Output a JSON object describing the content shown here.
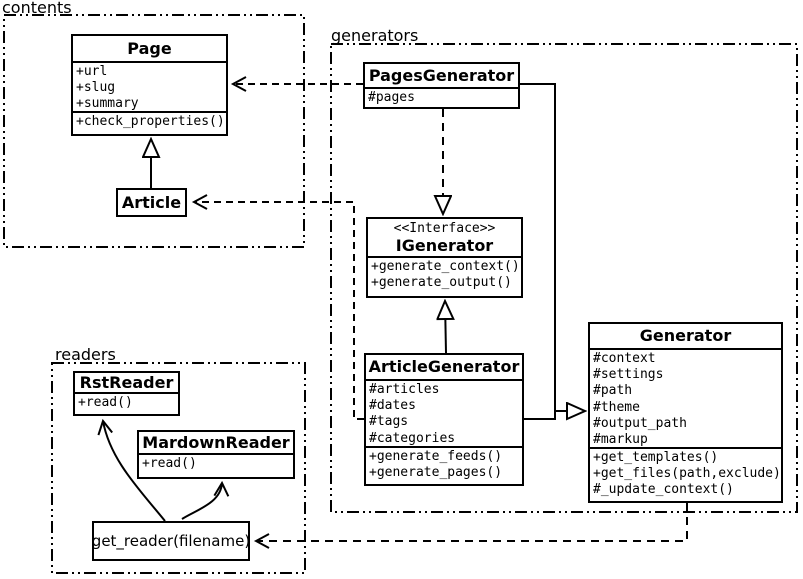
{
  "colors": {
    "ink": "#000000",
    "background": "#ffffff"
  },
  "packages": {
    "contents": {
      "label": "contents"
    },
    "generators": {
      "label": "generators"
    },
    "readers": {
      "label": "readers"
    }
  },
  "classes": {
    "page": {
      "name": "Page",
      "attributes": [
        "+url",
        "+slug",
        "+summary"
      ],
      "methods": [
        "+check_properties()"
      ]
    },
    "article": {
      "name": "Article"
    },
    "pages_generator": {
      "name": "PagesGenerator",
      "attributes": [
        "#pages"
      ]
    },
    "igenerator": {
      "stereotype": "<<Interface>>",
      "name": "IGenerator",
      "methods": [
        "+generate_context()",
        "+generate_output()"
      ]
    },
    "article_generator": {
      "name": "ArticleGenerator",
      "attributes": [
        "#articles",
        "#dates",
        "#tags",
        "#categories"
      ],
      "methods": [
        "+generate_feeds()",
        "+generate_pages()"
      ]
    },
    "generator": {
      "name": "Generator",
      "attributes": [
        "#context",
        "#settings",
        "#path",
        "#theme",
        "#output_path",
        "#markup"
      ],
      "methods": [
        "+get_templates()",
        "+get_files(path,exclude)",
        "#_update_context()"
      ]
    },
    "rst_reader": {
      "name": "RstReader",
      "methods": [
        "+read()"
      ]
    },
    "mardown_reader": {
      "name": "MardownReader",
      "methods": [
        "+read()"
      ]
    },
    "get_reader": {
      "label": "get_reader(filename)"
    }
  },
  "relationships": [
    {
      "from": "Article",
      "to": "Page",
      "type": "generalization"
    },
    {
      "from": "PagesGenerator",
      "to": "Page",
      "type": "dependency"
    },
    {
      "from": "ArticleGenerator",
      "to": "Article",
      "type": "dependency"
    },
    {
      "from": "PagesGenerator",
      "to": "IGenerator",
      "type": "realization"
    },
    {
      "from": "ArticleGenerator",
      "to": "IGenerator",
      "type": "generalization"
    },
    {
      "from": "PagesGenerator",
      "to": "Generator",
      "type": "generalization"
    },
    {
      "from": "ArticleGenerator",
      "to": "Generator",
      "type": "generalization"
    },
    {
      "from": "Generator",
      "to": "get_reader(filename)",
      "type": "dependency"
    },
    {
      "from": "get_reader(filename)",
      "to": "RstReader",
      "type": "arrow"
    },
    {
      "from": "get_reader(filename)",
      "to": "MardownReader",
      "type": "arrow"
    }
  ]
}
